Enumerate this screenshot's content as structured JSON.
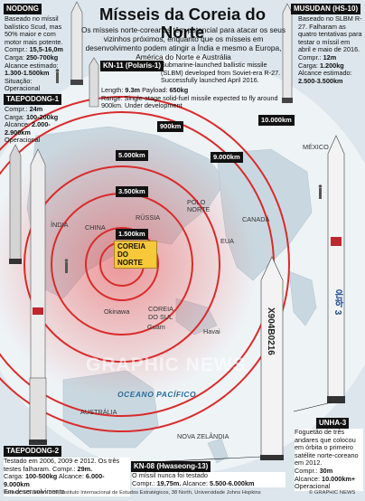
{
  "title": "Mísseis da Coreia do Norte",
  "intro": "Os mísseis norte-coreanos têm potencial para atacar os seus vizinhos próximos, enquanto que os mísseis em desenvolvimento podem atingir a Índia e mesmo a Europa, América do Norte e Austrália",
  "colors": {
    "ring": "#d92b2b",
    "land": "#c9d8e0",
    "sea": "#f4f7f9",
    "nk": "#f7c83a",
    "dark": "#111111"
  },
  "missiles": {
    "nodong": {
      "name": "NODONG",
      "desc": "Baseado no míssil balístico Scud, mas 50% maior e com motor mais potente.",
      "comp_label": "Compr.:",
      "comp": "15,5-16,0m",
      "carga_label": "Carga:",
      "carga": "250-700kg",
      "alc_label": "Alcance estimado:",
      "alc": "1.300-1.500km",
      "sit_label": "Situação:",
      "sit": "Operacional"
    },
    "taepodong1": {
      "name": "TAEPODONG-1",
      "comp_label": "Compr.:",
      "comp": "24m",
      "carga_label": "Carga:",
      "carga": "100-200kg",
      "alc_label": "Alcance:",
      "alc": "2.000-2.900km",
      "sit": "Operacional"
    },
    "taepodong2": {
      "name": "TAEPODONG-2",
      "desc1": "Testado em 2006, 2009 e 2012. Os três testes falharam.",
      "comp_label": "Compr.:",
      "comp": "29m.",
      "carga_label": "Carga:",
      "carga": "100-500kg",
      "alc_label": "Alcance:",
      "alc": "6.000-9.000km",
      "sit": "Em desenvolvimento"
    },
    "kn11": {
      "name": "KN-11 (Polaris-1)",
      "desc": "Submarine-launched ballistic missile (SLBM) developed from Soviet-era R-27. Successfully launched April 2016.",
      "length_label": "Length:",
      "length": "9.3m",
      "payload_label": "Payload:",
      "payload": "650kg",
      "range": "Range: Single-stage solid-fuel missile expected to fly around 900km. Under development"
    },
    "musudan": {
      "name": "MUSUDAN (HS-10)",
      "desc": "Baseado no SLBM R-27. Falharam as quatro tentativas para testar o míssil em abril e maio de 2016.",
      "comp_label": "Compr.:",
      "comp": "12m",
      "carga_label": "Carga:",
      "carga": "1.200kg",
      "alc_label": "Alcance estimado:",
      "alc": "2.500-3.500km"
    },
    "kn08": {
      "name": "KN-08 (Hwaseong-13)",
      "desc": "O míssil nunca foi testado",
      "comp_label": "Compr.:",
      "comp": "19,75m.",
      "alc_label": "Alcance:",
      "alc": "5.500-6.000km"
    },
    "unha3": {
      "name": "UNHA-3",
      "desc": "Foguetão de três andares que colocou em órbita o primeiro satélite norte-coreano em 2012.",
      "comp_label": "Compr.:",
      "comp": "30m",
      "alc_label": "Alcance:",
      "alc": "10.000km+",
      "sit": "Operacional"
    }
  },
  "ranges": [
    "900km",
    "1.500km",
    "3.500km",
    "5.000km",
    "9.000km",
    "10.000km"
  ],
  "places": {
    "russia": "RÚSSIA",
    "china": "CHINA",
    "india": "ÍNDIA",
    "canada": "CANADÁ",
    "mexico": "MÉXICO",
    "australia": "AUSTRÁLIA",
    "nz": "NOVA ZELÂNDIA",
    "okinawa": "Okinawa",
    "guam": "Guam",
    "havai": "Havai",
    "korea_s": "COREIA DO SUL",
    "pole": "POLO NORTE",
    "usa": "EUA",
    "nk": "COREIA DO NORTE"
  },
  "ocean": "OCEANO PACÍFICO",
  "watermark": "GRAPHIC NEWS",
  "rocket_text": {
    "unha": "은하 3",
    "kn08": "X904B0216"
  },
  "source": "Fontes: IHS Jane's 360, Instituto Internacional de Estudos Estratégicos, 38 North, Universidade Johns Hopkins",
  "copyright": "© GRAPHIC NEWS"
}
